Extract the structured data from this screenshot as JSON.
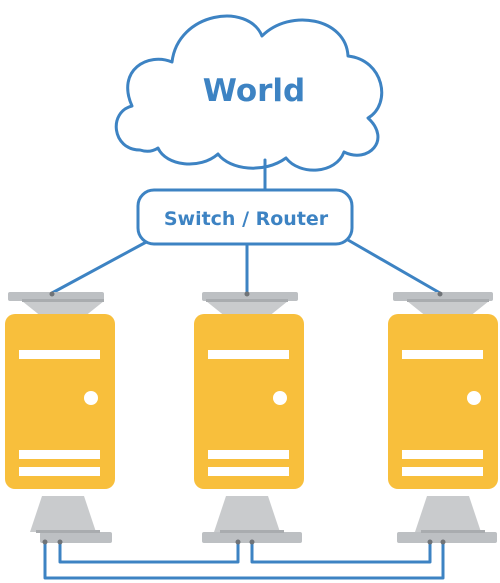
{
  "cloud": {
    "label": "World"
  },
  "switch": {
    "label": "Switch / Router"
  },
  "servers": [
    {
      "id": "left"
    },
    {
      "id": "middle"
    },
    {
      "id": "right"
    }
  ],
  "colors": {
    "accent": "#3d83c3",
    "server": "#f8bf3c",
    "card": "#c9cbcd",
    "background": "#ffffff"
  }
}
